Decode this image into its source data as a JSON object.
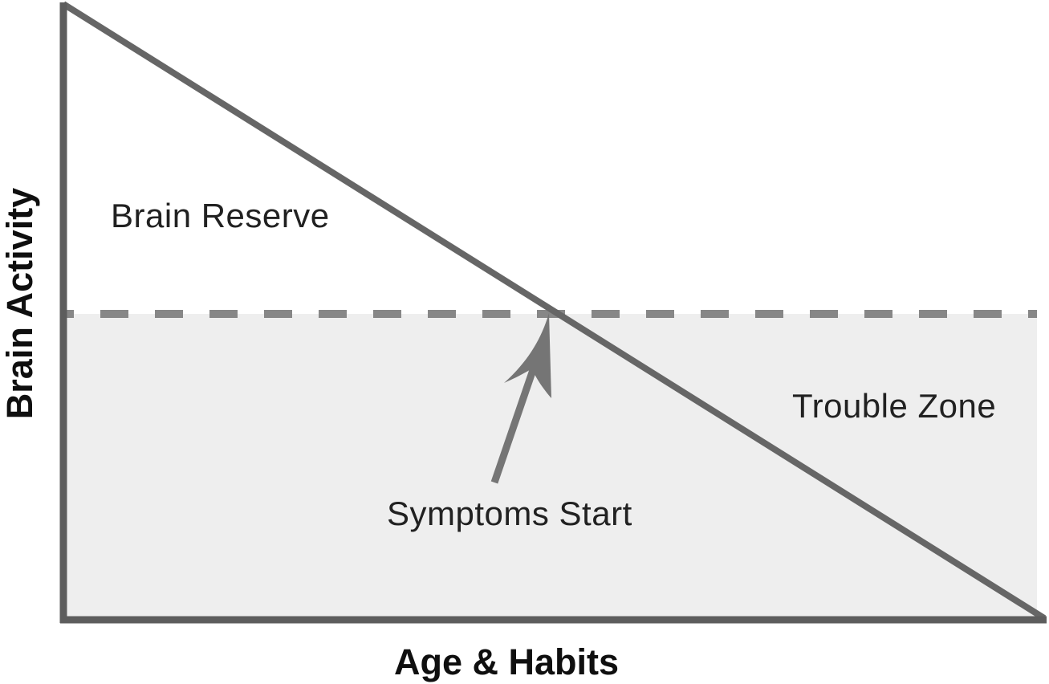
{
  "figure": {
    "ylabel": "Brain Activity",
    "xlabel": "Age & Habits",
    "labels": {
      "brain_reserve": "Brain Reserve",
      "trouble_zone": "Trouble Zone",
      "symptoms_start": "Symptoms Start"
    },
    "colors": {
      "axis": "#5d5d5d",
      "decline_line": "#666666",
      "threshold_dash": "#878787",
      "trouble_zone_fill": "#eeeeee",
      "arrow": "#757575",
      "label_text": "#212121",
      "axis_label_text": "#0f0f0f",
      "background": "#ffffff"
    }
  },
  "chart_data": {
    "type": "line",
    "title": "",
    "xlabel": "Age & Habits",
    "ylabel": "Brain Activity",
    "xlim_norm": [
      0,
      100
    ],
    "ylim_norm": [
      0,
      100
    ],
    "axes": {
      "ticks": false,
      "tick_labels": false,
      "grid": false
    },
    "series": [
      {
        "name": "Brain activity decline",
        "style": "solid",
        "color": "#666666",
        "x": [
          0,
          100
        ],
        "y": [
          100,
          0
        ]
      },
      {
        "name": "Symptom threshold",
        "style": "dashed",
        "color": "#878787",
        "x": [
          0,
          100
        ],
        "y": [
          50,
          50
        ]
      }
    ],
    "regions": [
      {
        "label": "Brain Reserve",
        "location": "above threshold, under decline line",
        "shaded": false
      },
      {
        "label": "Trouble Zone",
        "location": "below threshold line",
        "shaded": true,
        "fill": "#eeeeee"
      }
    ],
    "annotations": [
      {
        "label": "Symptoms Start",
        "arrow_points_to": {
          "x": 50,
          "y": 50
        },
        "note": "intersection of decline line and threshold"
      }
    ],
    "legend": {
      "visible": false
    }
  }
}
